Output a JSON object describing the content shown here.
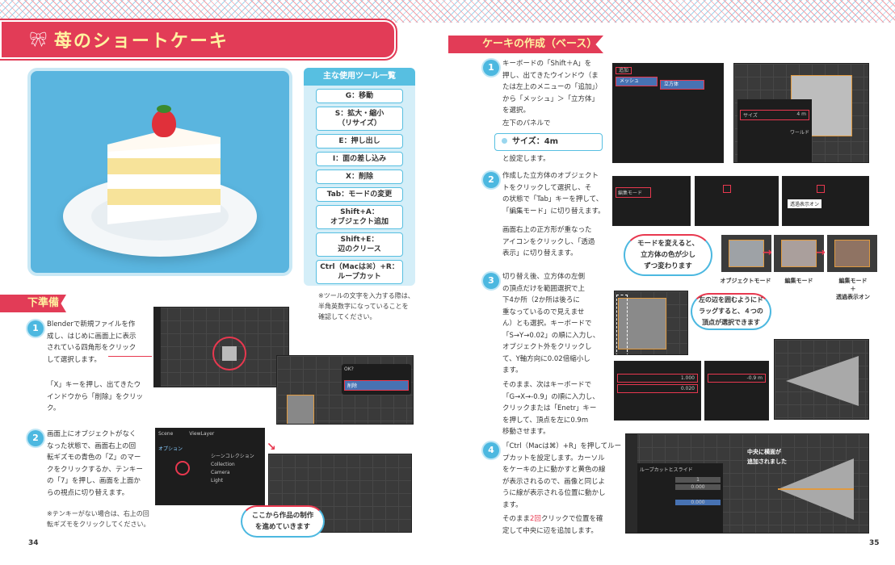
{
  "left_page": {
    "title": "苺のショートケーキ",
    "tools_box": {
      "heading": "主な使用ツール一覧",
      "items": [
        "G：移動",
        "S：拡大・縮小\n（リサイズ）",
        "E：押し出し",
        "I：面の差し込み",
        "X：削除",
        "Tab：モードの変更",
        "Shift+A：\nオブジェクト追加",
        "Shift+E：\n辺のクリース",
        "Ctrl（Macは⌘）+R：\nループカット"
      ],
      "note": "※ツールの文字を入力する際は、\n半角英数字になっていることを\n確認してください。"
    },
    "section": "下準備",
    "steps": [
      {
        "num": "1",
        "text": "Blenderで新規ファイルを作\n成し、はじめに画面上に表示\nされている四角形をクリック\nして選択します。",
        "text2": "「X」キーを押し、出てきたウ\nインドウから「削除」をクリッ\nク。"
      },
      {
        "num": "2",
        "text": "画面上にオブジェクトがなく\nなった状態で、画面右上の回\n転ギズモの青色の「Z」のマー\nクをクリックするか、テンキー\nの「7」を押し、画面を上面か\nらの視点に切り替えます。",
        "note": "※テンキーがない場合は、右上の回\n転ギズモをクリックしてください。"
      }
    ],
    "screens": {
      "ok": "OK?",
      "delete": "削除",
      "scene": "Scene",
      "viewlayer": "ViewLayer",
      "collection_title": "シーンコレクション",
      "collection": "Collection",
      "camera": "Camera",
      "light": "Light",
      "options": "オプション"
    },
    "callout": "ここから作品の制作\nを進めていきます",
    "page_number": "34"
  },
  "right_page": {
    "section": "ケーキの作成（ベース）",
    "steps": [
      {
        "num": "1",
        "text": "キーボードの「Shift＋A」を\n押し、出てきたウインドウ（ま\nたは左上のメニューの「追加」）\nから「メッシュ」＞「立方体」\nを選択。",
        "text2": "左下のパネルで",
        "size": "サイズ：4m",
        "text3": "と設定します。"
      },
      {
        "num": "2",
        "text": "作成した立方体のオブジェクト\nトをクリックして選択し、そ\nの状態で「Tab」キーを押して、\n「編集モード」に切り替えます。",
        "text2": "画面右上の正方形が重なった\nアイコンをクリックし、「透過\n表示」に切り替えます。"
      },
      {
        "num": "3",
        "text": "切り替え後、立方体の左側\nの頂点だけを範囲選択で上\n下4か所（2か所は後ろに\n重なっているので見えませ\nん）とも選択。キーボードで\n「S→Y→0.02」の順に入力し、\nオブジェクト外をクリックし\nて、Y軸方向に0.02倍縮小し\nます。",
        "text2": "そのまま、次はキーボードで\n「G→X→-0.9」の順に入力し、\nクリックまたは「Enetr」キー\nを押して、頂点を左に0.9m\n移動させます。"
      },
      {
        "num": "4",
        "text": "「Ctrl（Macは⌘）+R」を押してルー\nプカットを設定します。カーソル\nをケーキの上に動かすと黄色の線\nが表示されるので、画像と同じよ\nうに線が表示される位置に動かし\nます。",
        "text2a": "そのまま",
        "text2b": "2回",
        "text2c": "クリックで位置を確\n定して中央に辺を追加します。"
      }
    ],
    "screens": {
      "menu_add": "追加",
      "menu_mesh": "メッシュ",
      "menu_cube": "立方体",
      "size_label": "サイズ",
      "size_value": "4 m",
      "world": "ワールド",
      "edit_mode": "編集モード",
      "transparent": "透過表示オン",
      "scale_x": "1.000",
      "scale_y": "0.020",
      "move_x": "-0.9 m",
      "loopcut_title": "ループカットとスライド",
      "cuts": "1",
      "smooth": "0.000",
      "factor": "0.000"
    },
    "mode_callout": "モードを変えると、\n立方体の色が少し\nずつ変わります",
    "modes": [
      "オブジェクトモード",
      "編集モード",
      "編集モード\n＋\n透過表示オン"
    ],
    "drag_callout": "左の辺を囲むようにド\nラッグすると、４つの\n頂点が選択できます",
    "loopcut_callout": "中央に横面が\n追加されました",
    "page_number": "35"
  },
  "colors": {
    "accent_red": "#e23c57",
    "accent_blue": "#4cb8e0",
    "title_yellow": "#fff3a0"
  }
}
